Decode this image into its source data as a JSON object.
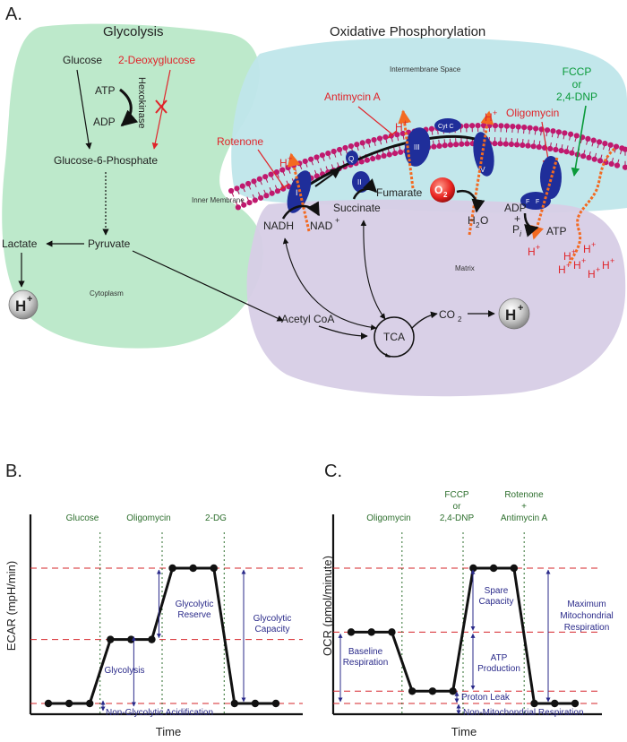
{
  "panel_a": {
    "letter": "A.",
    "glycolysis_title": "Glycolysis",
    "oxphos_title": "Oxidative Phosphorylation",
    "glucose": "Glucose",
    "deoxyglucose": "2-Deoxyglucose",
    "atp": "ATP",
    "adp": "ADP",
    "hexokinase": "Hexokinase",
    "g6p": "Glucose-6-Phosphate",
    "pyruvate": "Pyruvate",
    "lactate": "Lactate",
    "cytoplasm": "Cytoplasm",
    "intermembrane": "Intermembrane Space",
    "inner_membrane": "Inner Membrane",
    "matrix": "Matrix",
    "antimycin": "Antimycin A",
    "rotenone": "Rotenone",
    "oligomycin": "Oligomycin",
    "fccp": "FCCP",
    "fccp_or": "or",
    "dnp": "2,4-DNP",
    "nadh": "NADH",
    "nad": "NAD",
    "nad_sup": "+",
    "succinate": "Succinate",
    "fumarate": "Fumarate",
    "o2": "O",
    "o2_sub": "2",
    "h2o_h": "H",
    "h2o_sub": "2",
    "h2o_o": "O",
    "adp2": "ADP",
    "plus": "+",
    "pi": "P",
    "pi_sub": "i",
    "atp2": "ATP",
    "acetyl": "Acetyl CoA",
    "tca": "TCA",
    "co2": "CO",
    "co2_sub": "2",
    "h": "H",
    "hplus": "+",
    "complex_labels": [
      "I",
      "II",
      "Q",
      "III",
      "Cyt C",
      "IV",
      "F",
      "F"
    ]
  },
  "panel_b": {
    "letter": "B.",
    "ylabel": "ECAR (mpH/min)",
    "xlabel": "Time",
    "injections": [
      "Glucose",
      "Oligomycin",
      "2-DG"
    ],
    "glycolytic_reserve_1": "Glycolytic",
    "glycolytic_reserve_2": "Reserve",
    "glycolytic_capacity_1": "Glycolytic",
    "glycolytic_capacity_2": "Capacity",
    "glycolysis": "Glycolysis",
    "non_glycolytic": "Non-Glycolytic Acidification"
  },
  "panel_c": {
    "letter": "C.",
    "ylabel": "OCR (pmol/minute)",
    "xlabel": "Time",
    "inj_oligomycin": "Oligomycin",
    "inj_fccp_1": "FCCP",
    "inj_fccp_2": "or",
    "inj_fccp_3": "2,4-DNP",
    "inj_rot_1": "Rotenone",
    "inj_rot_2": "+",
    "inj_rot_3": "Antimycin A",
    "spare_1": "Spare",
    "spare_2": "Capacity",
    "max_1": "Maximum",
    "max_2": "Mitochondrial",
    "max_3": "Respiration",
    "baseline_1": "Baseline",
    "baseline_2": "Respiration",
    "atp_1": "ATP",
    "atp_2": "Production",
    "proton_leak": "Proton Leak",
    "non_mito": "Non-Mitochondrial Respiration"
  },
  "chart_data": [
    {
      "type": "line",
      "title": "",
      "xlabel": "Time",
      "ylabel": "ECAR (mpH/min)",
      "injections": [
        "Glucose",
        "Oligomycin",
        "2-DG"
      ],
      "series": [
        {
          "values": [
            1,
            1,
            1,
            3.6,
            3.6,
            3.6,
            6.5,
            6.5,
            6.5,
            1,
            1,
            1
          ]
        }
      ]
    },
    {
      "type": "line",
      "title": "",
      "xlabel": "Time",
      "ylabel": "OCR (pmol/minute)",
      "injections": [
        "Oligomycin",
        "FCCP or 2,4-DNP",
        "Rotenone + Antimycin A"
      ],
      "series": [
        {
          "values": [
            3.9,
            3.9,
            3.9,
            1.5,
            1.5,
            1.5,
            6.5,
            6.5,
            6.5,
            1,
            1,
            1
          ]
        }
      ]
    }
  ]
}
